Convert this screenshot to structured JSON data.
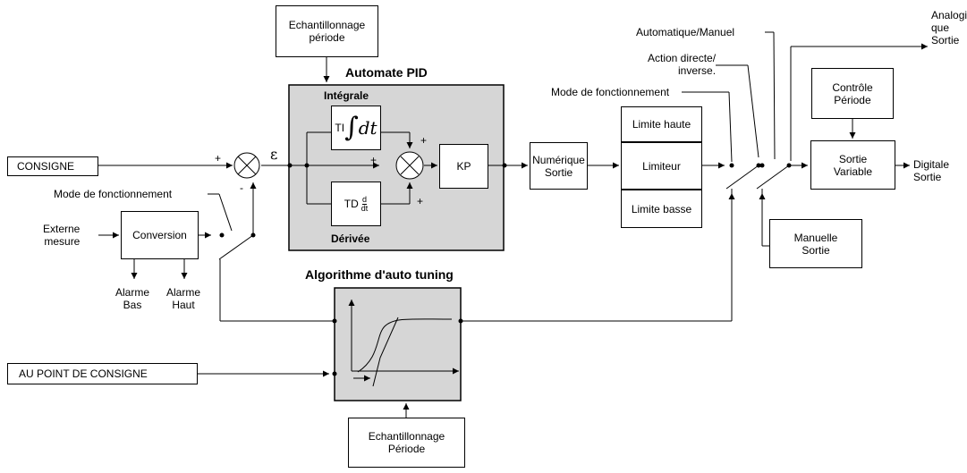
{
  "title_pid": "Automate PID",
  "title_autotuning": "Algorithme d'auto tuning",
  "blocks": {
    "echantillonnage_top": "Echantillonnage\npériode",
    "echantillonnage_bottom": "Echantillonnage\nPériode",
    "consigne": "CONSIGNE",
    "au_point": "AU POINT DE CONSIGNE",
    "conversion": "Conversion",
    "kp": "KP",
    "numerique": "Numérique\nSortie",
    "limite_haute": "Limite haute",
    "limiteur": "Limiteur",
    "limite_basse": "Limite basse",
    "controle": "Contrôle\nPériode",
    "sortie_variable": "Sortie\nVariable",
    "manuelle": "Manuelle\nSortie",
    "ti": "TI",
    "td": "TD"
  },
  "labels": {
    "integrale": "Intégrale",
    "derivee": "Dérivée",
    "epsilon": "ε",
    "mode_left": "Mode de  fonctionnement",
    "mode_right": "Mode de  fonctionnement",
    "externe": "Externe\nmesure",
    "alarme_bas": "Alarme\nBas",
    "alarme_haut": "Alarme\nHaut",
    "auto_manuel": "Automatique/Manuel",
    "action_directe": "Action directe/\ninverse.",
    "analogique": "Analogi\nque\nSortie",
    "digitale": "Digitale\nSortie",
    "plus": "+",
    "minus": "-"
  },
  "math": {
    "integral": "∫",
    "dt": "dt",
    "d": "d"
  }
}
